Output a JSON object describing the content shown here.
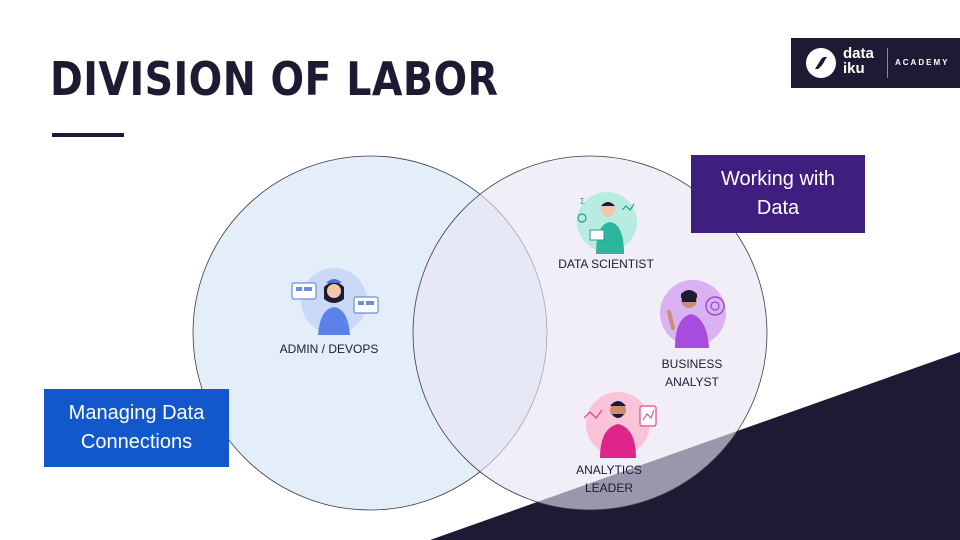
{
  "slide": {
    "title": "DIVISION OF LABOR",
    "logo": {
      "line1": "data",
      "line2": "iku",
      "tag": "ACADEMY"
    },
    "roles": {
      "admin": {
        "label": "ADMIN / DEVOPS"
      },
      "data_scientist": {
        "label": "DATA SCIENTIST"
      },
      "business_analyst": {
        "label_line1": "BUSINESS",
        "label_line2": "ANALYST"
      },
      "analytics_leader": {
        "label_line1": "ANALYTICS",
        "label_line2": "LEADER"
      }
    },
    "boxes": {
      "managing": {
        "line1": "Managing Data",
        "line2": "Connections"
      },
      "working": {
        "line1": "Working with",
        "line2": "Data"
      }
    }
  },
  "colors": {
    "dark_navy": "#1d1b33",
    "blue_box": "#1258cc",
    "purple_box": "#3e1f80",
    "left_circle_fill": "#e2edf8",
    "right_circle_fill": "#e8e3f3"
  }
}
